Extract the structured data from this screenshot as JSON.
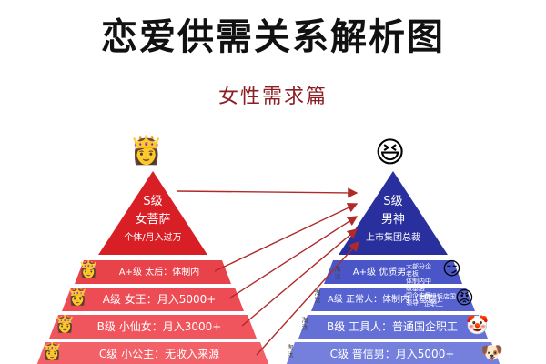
{
  "title": "恋爱供需关系解析图",
  "subtitle": "女性需求篇",
  "female": {
    "top": {
      "level": "S级",
      "name": "女菩萨",
      "desc": "个体/月入过万"
    },
    "tiers": [
      {
        "text": "A+级 太后：体制内"
      },
      {
        "text": "A级 女王：月入5000+"
      },
      {
        "text": "B级 小仙女：月入3000+"
      },
      {
        "text": "C级 小公主：无收入来源"
      }
    ],
    "colors": {
      "top": "#d81f26",
      "tier": "#e8424a"
    }
  },
  "male": {
    "top": {
      "level": "S级",
      "name": "男神",
      "desc": "上市集团总裁"
    },
    "tiers": [
      {
        "text": "A+级 优质男"
      },
      {
        "text": "A级 正常人：体制内（基层）"
      },
      {
        "text": "B级 工具人：普通国企职工"
      },
      {
        "text": "C级 普信男：月入5000+"
      }
    ],
    "tags": [
      "大部分企老板",
      "体制内中级基层",
      "国企中层领导"
    ],
    "tags2": [
      "星级饭店国企职工"
    ],
    "colors": {
      "top": "#2a2f9e",
      "tier": "#5a66d6"
    }
  },
  "side_labels": [
    "淘汰",
    "淘汰",
    "淘汰",
    "淘汰"
  ],
  "icons": [
    "crown-princess-icon",
    "laughing-face-icon",
    "princess-icon",
    "smirk-face-icon",
    "angry-face-icon",
    "clown-face-icon",
    "dog-face-icon"
  ]
}
